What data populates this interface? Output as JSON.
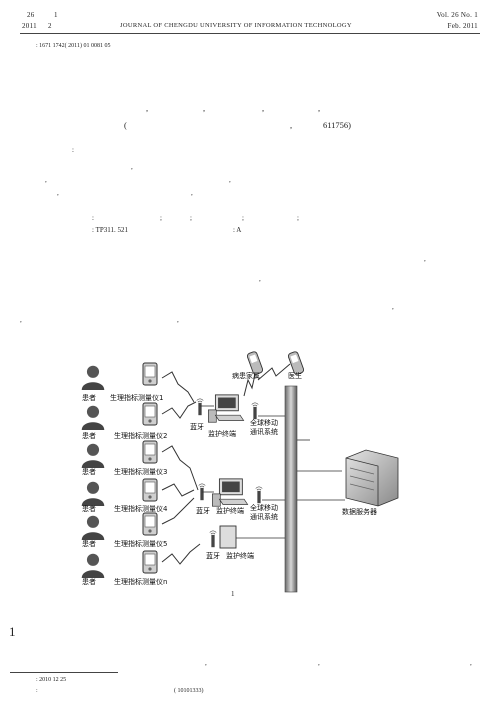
{
  "header": {
    "vol_left": "26",
    "issue_left": "1",
    "year_left": "2011",
    "month_left": "2",
    "journal": "JOURNAL  OF  CHENGDU  UNIVERSITY  OF  INFORMATION  TECHNOLOGY",
    "vol_right": "Vol. 26  No. 1",
    "date_right": "Feb.  2011"
  },
  "article_no": ": 1671 1742( 2011) 01 0081 05",
  "authors": {
    "c1": ",",
    "c2": ",",
    "c3": ",",
    "c4": ","
  },
  "affiliation": {
    "open": "(",
    "comma": ",",
    "postcode": "611756)"
  },
  "abstract": {
    "colon": ":",
    "p1": ",",
    "p2": ",",
    "p3": ",",
    "p4": ",",
    "p5": ","
  },
  "keywords": {
    "colon": ":",
    "s1": ";",
    "s2": ";",
    "s3": ";",
    "s4": ";"
  },
  "classification": {
    "clc": ": TP311. 521",
    "code": ": A"
  },
  "intro": {
    "p1": ",",
    "p2": ",",
    "p3": ",",
    "p4": ",",
    "p5": ","
  },
  "figure": {
    "patients": [
      "患者",
      "患者",
      "患者",
      "患者",
      "患者",
      "患者"
    ],
    "devices": [
      "生理指标测量仪1",
      "生理指标测量仪2",
      "生理指标测量仪3",
      "生理指标测量仪4",
      "生理指标测量仪5",
      "生理指标测量仪n"
    ],
    "family": "病患家属",
    "doctor": "医生",
    "bluetooth": "蓝牙",
    "monitor": "监护终端",
    "gsm_line1": "全球移动",
    "gsm_line2": "通讯系统",
    "server": "数据服务器",
    "caption": "1"
  },
  "section_number": "1",
  "body_tail": {
    "c1": ",",
    "c2": ",",
    "c3": ","
  },
  "footnote": {
    "received": ": 2010 12 25",
    "fund": ":",
    "fund_no": "( 10101333)"
  }
}
